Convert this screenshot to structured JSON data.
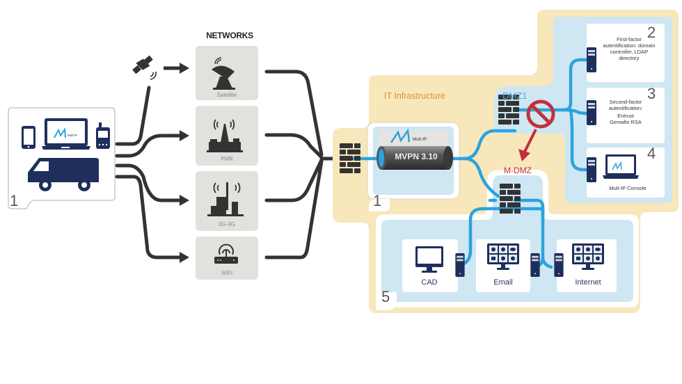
{
  "colors": {
    "dark_navy": "#1e2f5c",
    "dark_gray": "#333333",
    "network_box": "#e3e1dd",
    "it_yellow": "#f7e7bb",
    "zone_blue": "#cfe6f3",
    "link_blue": "#2ba3dc",
    "accent_orange": "#e0922e",
    "accent_red": "#c2303b",
    "dmz_label_blue": "#56a8d4"
  },
  "client": {
    "number": "1",
    "devices": [
      "tablet",
      "laptop",
      "radio",
      "van"
    ],
    "laptop_brand": "Mult-IP"
  },
  "networks": {
    "title": "NETWORKS",
    "items": [
      {
        "label": "Satellite",
        "icon": "satellite-dish-icon"
      },
      {
        "label": "PMR",
        "icon": "radio-tower-icon"
      },
      {
        "label": "3G-4G",
        "icon": "cell-tower-icon"
      },
      {
        "label": "WiFi",
        "icon": "wifi-router-icon"
      }
    ]
  },
  "infrastructure": {
    "title": "IT Infrastructure",
    "vpn": {
      "number": "1",
      "brand": "Mult-IP",
      "label": "MVPN 3.10"
    },
    "dmz1": {
      "label": "DMZ1"
    },
    "mdmz": {
      "label": "M-DMZ",
      "number": "5"
    },
    "auth": [
      {
        "number": "2",
        "text": "First-factor autentification: domain controller, LDAP directory"
      },
      {
        "number": "3",
        "text": "Second-factor autentification:",
        "subtext": "Entrust Gemalto RSA"
      },
      {
        "number": "4",
        "text": "Mult-IP Console"
      }
    ],
    "services": [
      {
        "label": "CAD"
      },
      {
        "label": "Email"
      },
      {
        "label": "Internet"
      }
    ]
  }
}
